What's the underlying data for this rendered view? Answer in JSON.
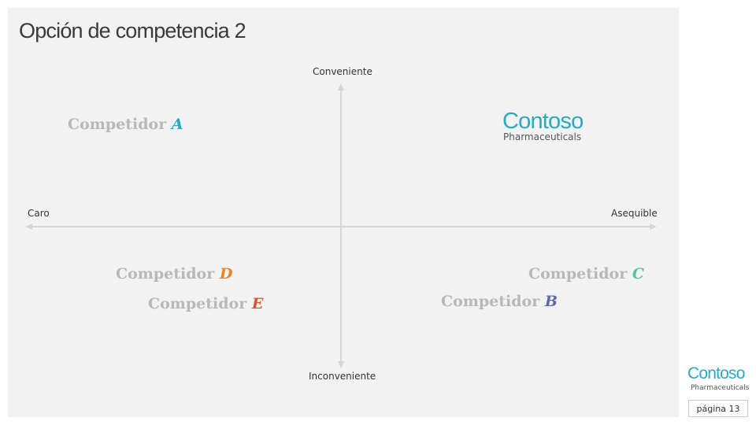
{
  "slide": {
    "title": "Opción de competencia 2"
  },
  "axes": {
    "top_label": "Conveniente",
    "bottom_label": "Inconveniente",
    "left_label": "Caro",
    "right_label": "Asequible"
  },
  "competitors": [
    {
      "word": "Competidor",
      "letter": "A",
      "color": "#1aaec9"
    },
    {
      "word": "Competidor",
      "letter": "B",
      "color": "#5b6aa8"
    },
    {
      "word": "Competidor",
      "letter": "C",
      "color": "#5cbfa6"
    },
    {
      "word": "Competidor",
      "letter": "D",
      "color": "#e8832a"
    },
    {
      "word": "Competidor",
      "letter": "E",
      "color": "#d9532b"
    }
  ],
  "main_brand": {
    "name": "Contoso",
    "subtitle": "Pharmaceuticals"
  },
  "footer": {
    "brand_name": "Contoso",
    "brand_subtitle": "Pharmaceuticals",
    "page_label": "página 13"
  }
}
